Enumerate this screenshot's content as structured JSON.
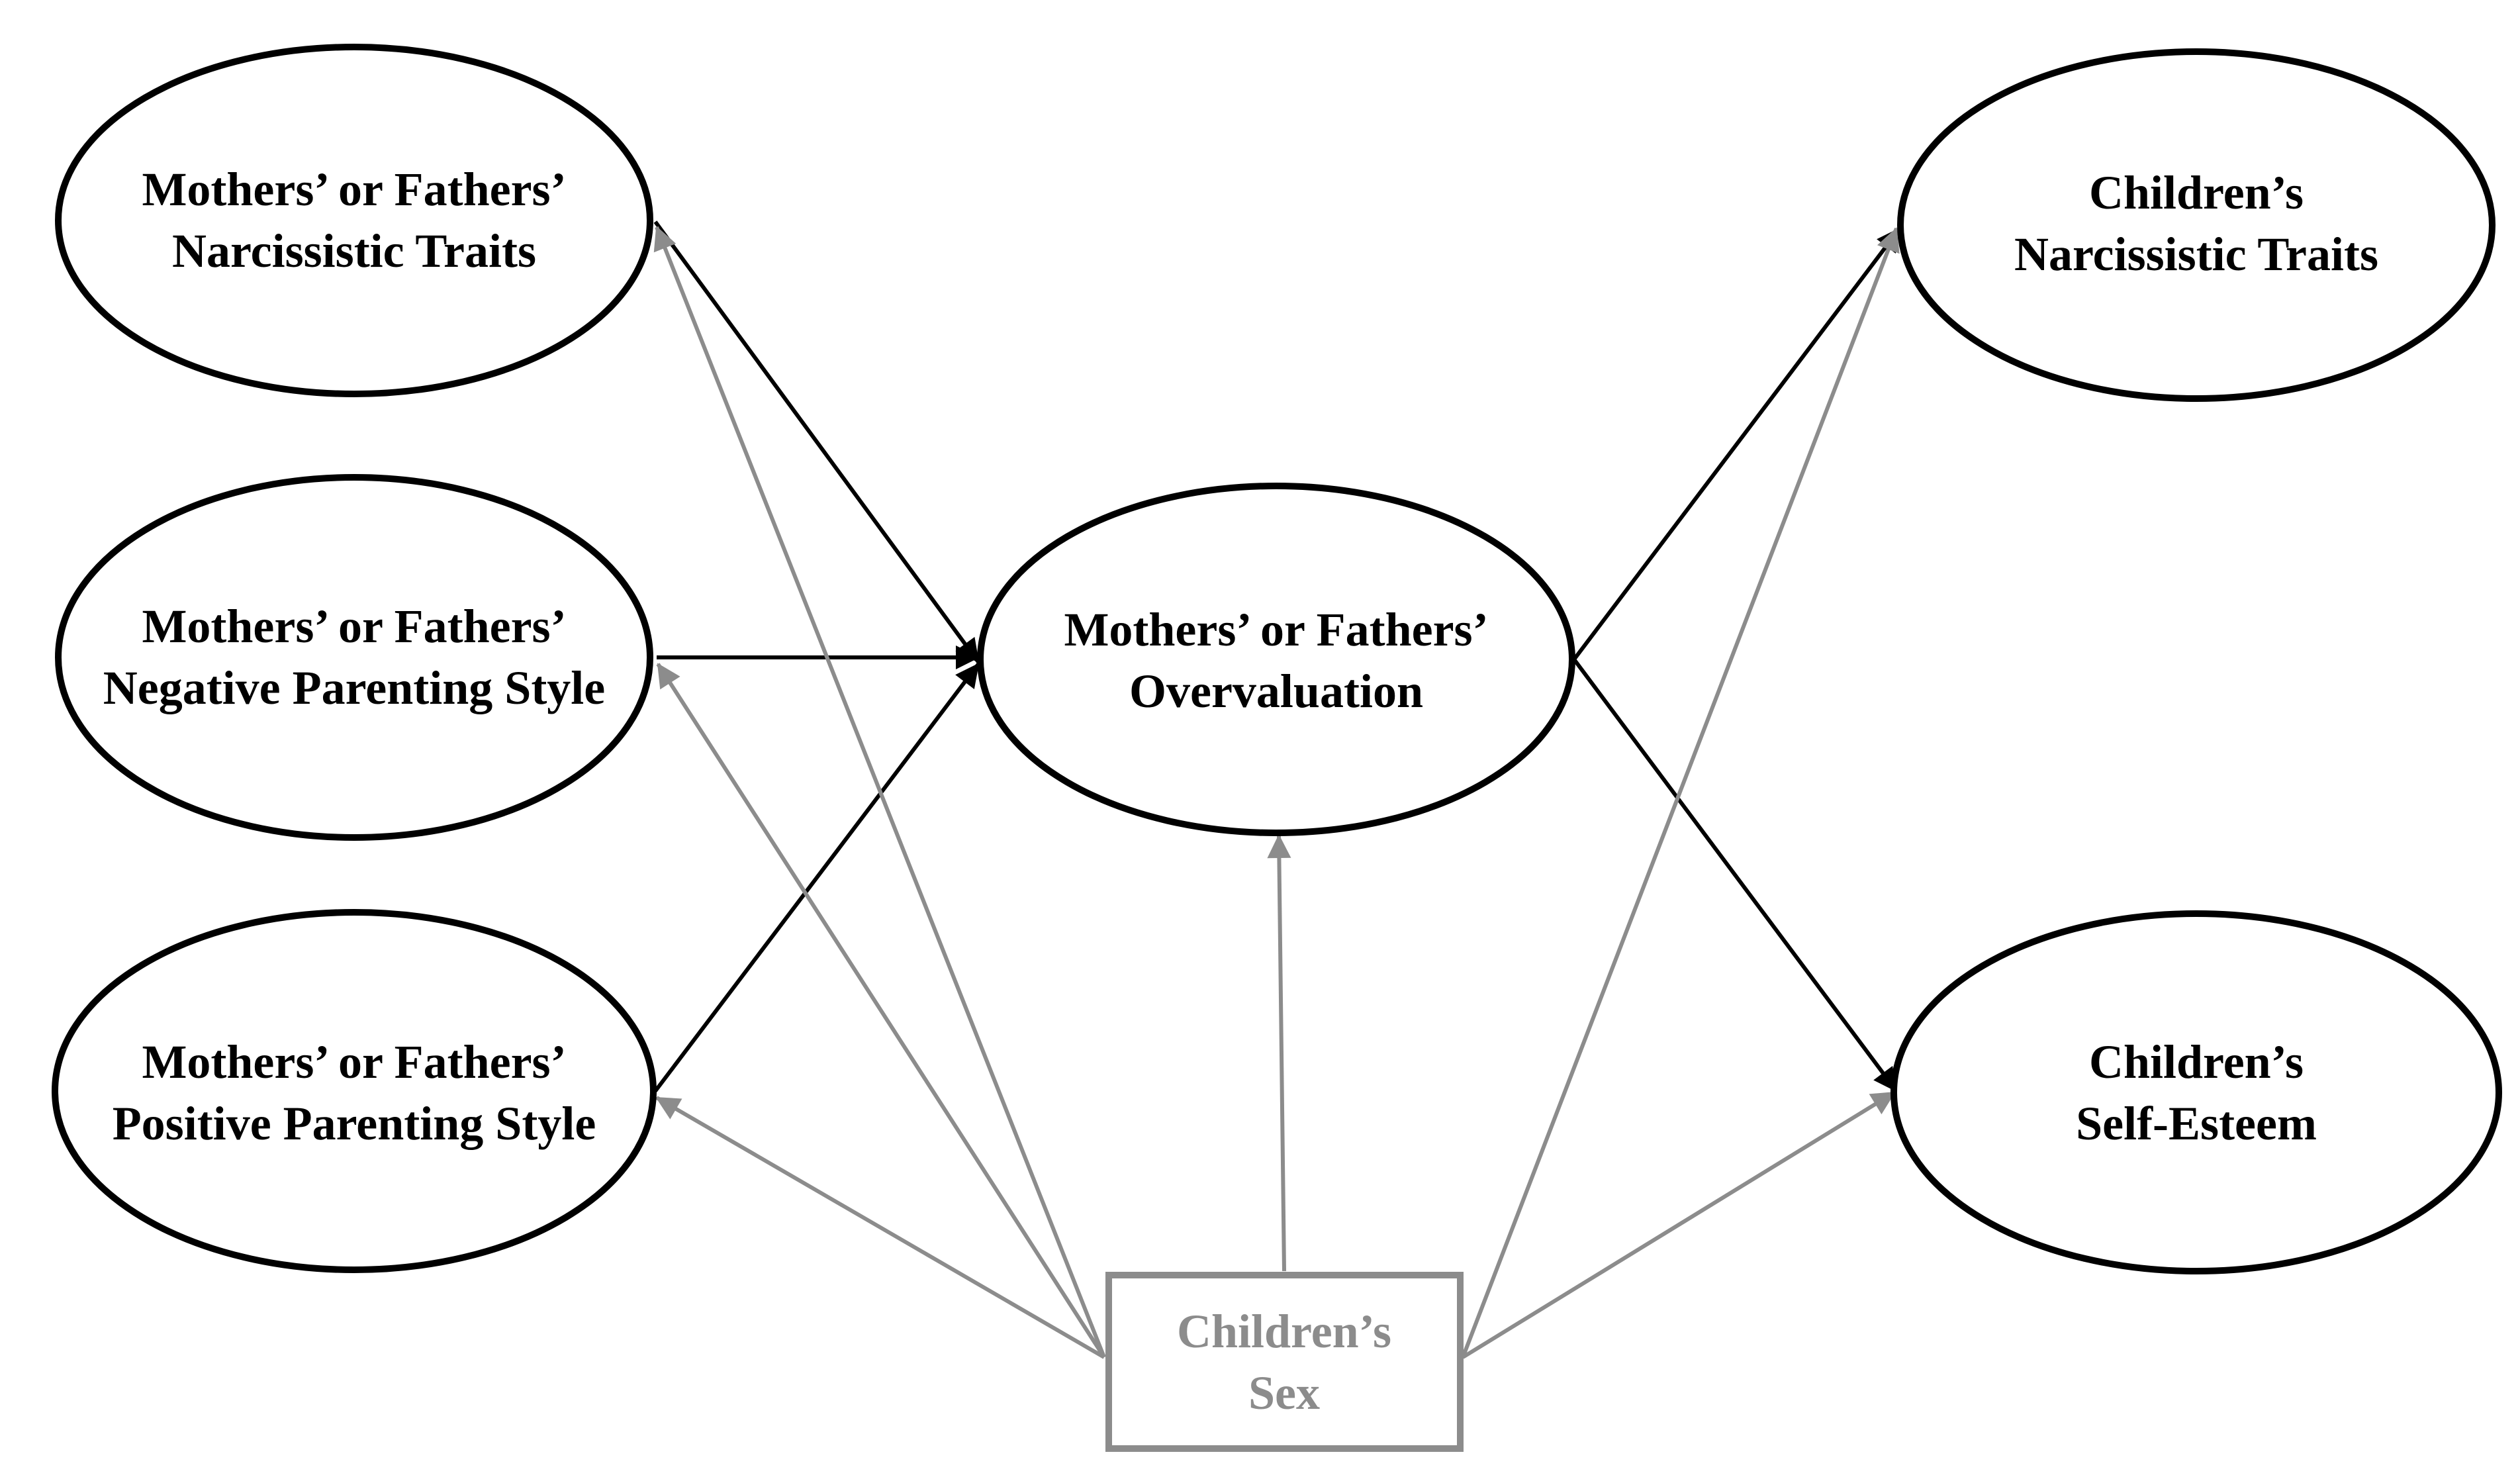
{
  "nodes": {
    "parent_narcissism": {
      "line1": "Mothers’ or Fathers’",
      "line2": "Narcissistic Traits"
    },
    "parent_negative": {
      "line1": "Mothers’ or Fathers’",
      "line2": "Negative Parenting Style"
    },
    "parent_positive": {
      "line1": "Mothers’ or Fathers’",
      "line2": "Positive Parenting Style"
    },
    "overvaluation": {
      "line1": "Mothers’ or Fathers’",
      "line2": "Overvaluation"
    },
    "child_narcissism": {
      "line1": "Children’s",
      "line2": "Narcissistic Traits"
    },
    "child_selfesteem": {
      "line1": "Children’s",
      "line2": "Self-Esteem"
    },
    "child_sex": {
      "line1": "Children’s",
      "line2": "Sex"
    }
  },
  "colors": {
    "main_path": "#000000",
    "covariate_path": "#8c8c8c"
  },
  "edges": [
    {
      "from": "parent_narcissism",
      "to": "overvaluation",
      "style": "main"
    },
    {
      "from": "parent_negative",
      "to": "overvaluation",
      "style": "main"
    },
    {
      "from": "parent_positive",
      "to": "overvaluation",
      "style": "main"
    },
    {
      "from": "overvaluation",
      "to": "child_narcissism",
      "style": "main"
    },
    {
      "from": "overvaluation",
      "to": "child_selfesteem",
      "style": "main"
    },
    {
      "from": "child_sex",
      "to": "parent_narcissism",
      "style": "covariate"
    },
    {
      "from": "child_sex",
      "to": "parent_negative",
      "style": "covariate"
    },
    {
      "from": "child_sex",
      "to": "parent_positive",
      "style": "covariate"
    },
    {
      "from": "child_sex",
      "to": "overvaluation",
      "style": "covariate"
    },
    {
      "from": "child_sex",
      "to": "child_narcissism",
      "style": "covariate"
    },
    {
      "from": "child_sex",
      "to": "child_selfesteem",
      "style": "covariate"
    }
  ]
}
